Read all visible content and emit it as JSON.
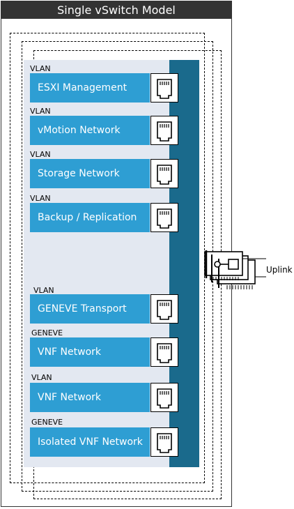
{
  "title": "Single vSwitch Model",
  "uplink_label": "Uplink",
  "port_groups": [
    {
      "tag": "VLAN",
      "name": "ESXI Management"
    },
    {
      "tag": "VLAN",
      "name": "vMotion Network"
    },
    {
      "tag": "VLAN",
      "name": "Storage Network"
    },
    {
      "tag": "VLAN",
      "name": "Backup / Replication"
    },
    {
      "tag": "VLAN",
      "name": "GENEVE Transport"
    },
    {
      "tag": "GENEVE",
      "name": "VNF Network"
    },
    {
      "tag": "VLAN",
      "name": "VNF Network"
    },
    {
      "tag": "GENEVE",
      "name": "Isolated VNF Network"
    }
  ],
  "colors": {
    "title_bar": "#333333",
    "panel": "#e3e8f1",
    "port_group": "#2e9ed3",
    "uplink_bus": "#1a6a8c"
  }
}
